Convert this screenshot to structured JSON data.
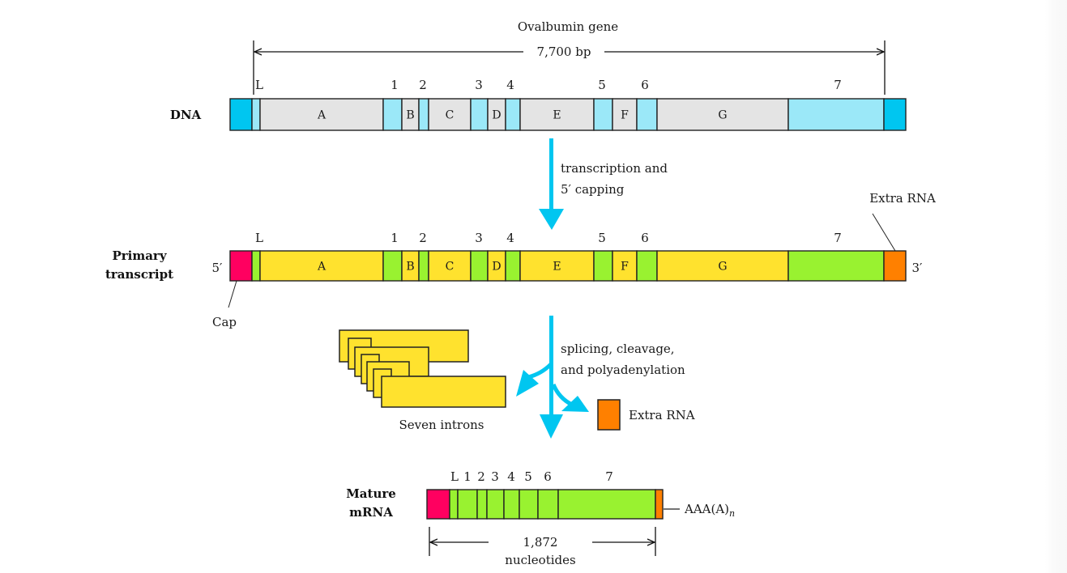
{
  "title": {
    "gene_name": "Ovalbumin gene",
    "gene_length": "7,700 bp"
  },
  "colors": {
    "dna_exon": "#9be8f8",
    "dna_end": "#00c6f0",
    "dna_intron": "#e4e4e4",
    "rna_exon": "#99f230",
    "rna_intron": "#ffe22e",
    "cap": "#ff0060",
    "extra_rna": "#ff8000",
    "arrow": "#00c6f0",
    "outline": "#222222"
  },
  "dna": {
    "label": "DNA",
    "segments": [
      {
        "kind": "end",
        "label": ""
      },
      {
        "kind": "exon",
        "label": ""
      },
      {
        "kind": "intron",
        "label": "A"
      },
      {
        "kind": "exon",
        "label": ""
      },
      {
        "kind": "intron",
        "label": "B"
      },
      {
        "kind": "exon",
        "label": ""
      },
      {
        "kind": "intron",
        "label": "C"
      },
      {
        "kind": "exon",
        "label": ""
      },
      {
        "kind": "intron",
        "label": "D"
      },
      {
        "kind": "exon",
        "label": ""
      },
      {
        "kind": "intron",
        "label": "E"
      },
      {
        "kind": "exon",
        "label": ""
      },
      {
        "kind": "intron",
        "label": "F"
      },
      {
        "kind": "exon",
        "label": ""
      },
      {
        "kind": "intron",
        "label": "G"
      },
      {
        "kind": "exon",
        "label": ""
      },
      {
        "kind": "end",
        "label": ""
      }
    ],
    "exon_labels": [
      "L",
      "1",
      "2",
      "3",
      "4",
      "5",
      "6",
      "7"
    ]
  },
  "step1": {
    "line1": "transcription and",
    "line2": "5′ capping"
  },
  "primary": {
    "label_line1": "Primary",
    "label_line2": "transcript",
    "five_prime": "5′",
    "three_prime": "3′",
    "cap_label": "Cap",
    "extra_rna_label": "Extra RNA",
    "segments": [
      {
        "kind": "cap",
        "label": ""
      },
      {
        "kind": "exon",
        "label": ""
      },
      {
        "kind": "intron",
        "label": "A"
      },
      {
        "kind": "exon",
        "label": ""
      },
      {
        "kind": "intron",
        "label": "B"
      },
      {
        "kind": "exon",
        "label": ""
      },
      {
        "kind": "intron",
        "label": "C"
      },
      {
        "kind": "exon",
        "label": ""
      },
      {
        "kind": "intron",
        "label": "D"
      },
      {
        "kind": "exon",
        "label": ""
      },
      {
        "kind": "intron",
        "label": "E"
      },
      {
        "kind": "exon",
        "label": ""
      },
      {
        "kind": "intron",
        "label": "F"
      },
      {
        "kind": "exon",
        "label": ""
      },
      {
        "kind": "intron",
        "label": "G"
      },
      {
        "kind": "exon",
        "label": ""
      },
      {
        "kind": "extra",
        "label": ""
      }
    ],
    "exon_labels": [
      "L",
      "1",
      "2",
      "3",
      "4",
      "5",
      "6",
      "7"
    ]
  },
  "step2": {
    "line1": "splicing, cleavage,",
    "line2": "and polyadenylation",
    "introns_label": "Seven introns",
    "extra_rna_label": "Extra RNA",
    "intron_count": 7
  },
  "mature": {
    "label_line1": "Mature",
    "label_line2": "mRNA",
    "poly_a": "AAA(A)",
    "poly_a_sub": "n",
    "length_value": "1,872",
    "length_unit": "nucleotides",
    "exon_labels": [
      "L",
      "1",
      "2",
      "3",
      "4",
      "5",
      "6",
      "7"
    ]
  }
}
